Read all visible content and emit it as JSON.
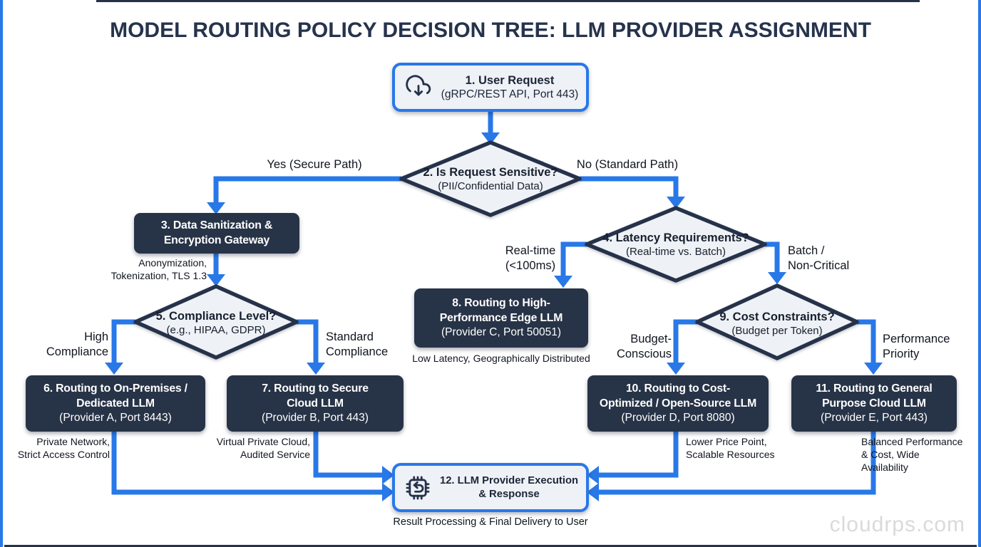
{
  "title": "MODEL ROUTING POLICY DECISION TREE: LLM PROVIDER ASSIGNMENT",
  "theme": {
    "accent_blue": "#2878e8",
    "node_navy": "#273347",
    "shape_fill": "#eef1f6",
    "outline_navy": "#26324a"
  },
  "watermark": "cloudrps.com",
  "nodes": {
    "n1": {
      "title": "1. User Request",
      "subtitle": "(gRPC/REST API, Port 443)"
    },
    "n2": {
      "title": "2. Is Request Sensitive?",
      "subtitle": "(PII/Confidential Data)"
    },
    "n3": {
      "title": "3. Data Sanitization &\nEncryption Gateway",
      "note": "Anonymization,\nTokenization, TLS 1.3"
    },
    "n4": {
      "title": "4. Latency Requirements?",
      "subtitle": "(Real-time vs. Batch)"
    },
    "n5": {
      "title": "5. Compliance Level?",
      "subtitle": "(e.g., HIPAA, GDPR)"
    },
    "n6": {
      "title": "6. Routing to On-Premises /\nDedicated LLM",
      "subtitle": "(Provider A, Port 8443)",
      "note": "Private Network,\nStrict Access Control"
    },
    "n7": {
      "title": "7. Routing to Secure\nCloud LLM",
      "subtitle": "(Provider B, Port 443)",
      "note": "Virtual Private Cloud,\nAudited Service"
    },
    "n8": {
      "title": "8. Routing to High-\nPerformance Edge LLM",
      "subtitle": "(Provider C, Port 50051)",
      "note": "Low Latency, Geographically Distributed"
    },
    "n9": {
      "title": "9. Cost Constraints?",
      "subtitle": "(Budget per Token)"
    },
    "n10": {
      "title": "10. Routing to Cost-\nOptimized / Open-Source LLM",
      "subtitle": "(Provider D, Port 8080)",
      "note": "Lower Price Point,\nScalable Resources"
    },
    "n11": {
      "title": "11. Routing to General\nPurpose Cloud LLM",
      "subtitle": "(Provider E, Port 443)",
      "note": "Balanced Performance\n& Cost, Wide\nAvailability"
    },
    "n12": {
      "title": "12. LLM Provider Execution\n& Response",
      "note": "Result Processing & Final Delivery to User"
    }
  },
  "edge_labels": {
    "yes": "Yes (Secure Path)",
    "no": "No (Standard Path)",
    "realtime": "Real-time\n(<100ms)",
    "batch": "Batch /\nNon-Critical",
    "high_compliance": "High\nCompliance",
    "standard_compliance": "Standard\nCompliance",
    "budget": "Budget-\nConscious",
    "performance": "Performance\nPriority"
  }
}
